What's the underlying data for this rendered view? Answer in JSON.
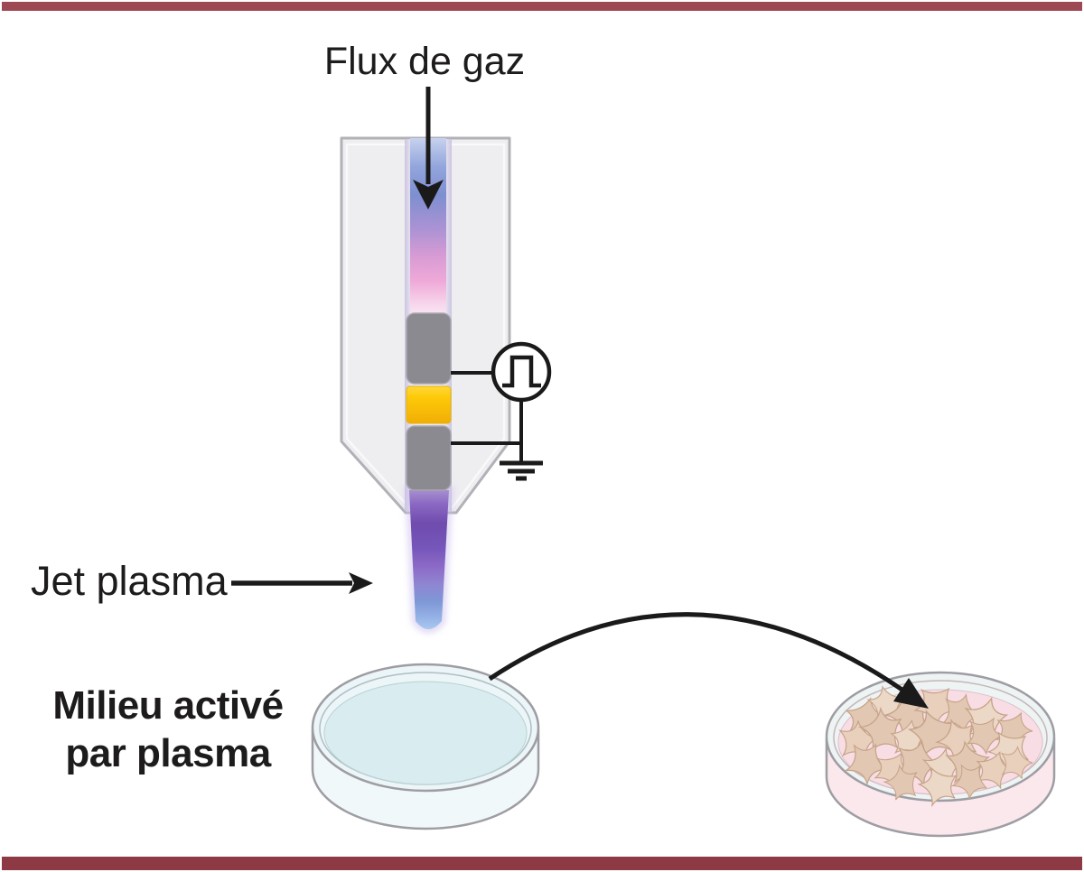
{
  "figure": {
    "background": "#ffffff",
    "top_bar_color": "#9e4853",
    "bottom_bar_color": "#8d3a45"
  },
  "labels": {
    "gas_flow": "Flux de gaz",
    "plasma_jet": "Jet plasma",
    "activated_medium_line1": "Milieu activé",
    "activated_medium_line2": "par plasma"
  },
  "colors": {
    "text": "#1d1b1c",
    "line": "#1a1a1a",
    "device_body": "#eeedf0",
    "device_border": "#b2b1b7",
    "electrode_gray": "#8b8a90",
    "dielectric_yellow": "#fdc70d",
    "gas_blue": "#7e8fd0",
    "plasma_pink": "#efa9d8",
    "jet_purple": "#6f4cae",
    "jet_blue_tip": "#abc8f0",
    "medium_left_blue": "#d9ecef",
    "medium_right_pink": "#f8dde5",
    "cell_tan": "#e2c8b2",
    "dish_outline": "#9d9da3"
  },
  "icons": {
    "gas_flow_arrow": "arrow-down",
    "jet_pointer_arrow": "arrow-right",
    "transfer_arrow": "curved-arrow-right",
    "pulse_generator": "square-pulse-in-circle",
    "ground": "earth-ground"
  }
}
